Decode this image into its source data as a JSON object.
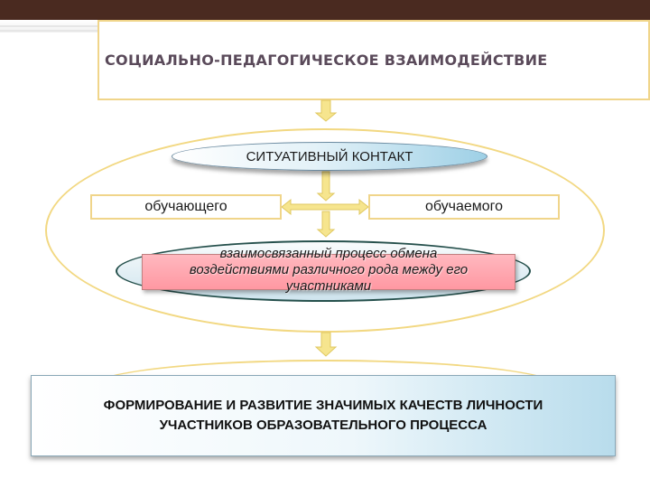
{
  "title": "СОЦИАЛЬНО-ПЕДАГОГИЧЕСКОЕ ВЗАИМОДЕЙСТВИЕ",
  "situational_contact": "СИТУАТИВНЫЙ КОНТАКТ",
  "left_party": "обучающего",
  "right_party": "обучаемого",
  "exchange_process": {
    "line1": "взаимосвязанный процесс обмена",
    "line2": "воздействиями различного рода между его",
    "line3": "участниками"
  },
  "result": {
    "line1": "ФОРМИРОВАНИЕ И РАЗВИТИЕ ЗНАЧИМЫХ КАЧЕСТВ ЛИЧНОСТИ",
    "line2": "УЧАСТНИКОВ ОБРАЗОВАТЕЛЬНОГО ПРОЦЕССА"
  },
  "colors": {
    "header_bar": "#4a2a20",
    "box_border": "#f0d58a",
    "arrow": "#f6e58e",
    "process_fill": "#ff98a2"
  }
}
